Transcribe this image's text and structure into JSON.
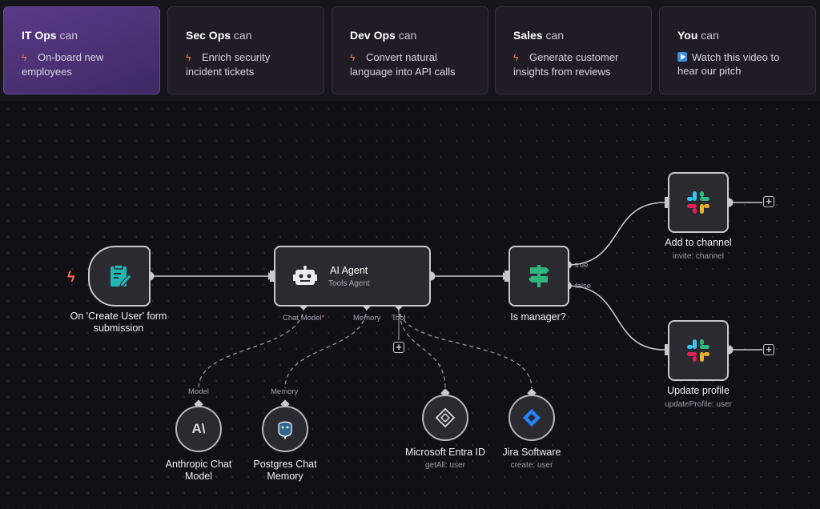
{
  "tabs": [
    {
      "title": "IT Ops",
      "suffix": "can",
      "desc": "On-board new employees",
      "icon": "bolt-icon"
    },
    {
      "title": "Sec Ops",
      "suffix": "can",
      "desc": "Enrich security incident tickets",
      "icon": "bolt-icon"
    },
    {
      "title": "Dev Ops",
      "suffix": "can",
      "desc": "Convert natural language into API calls",
      "icon": "bolt-icon"
    },
    {
      "title": "Sales",
      "suffix": "can",
      "desc": "Generate customer insights from reviews",
      "icon": "bolt-icon"
    },
    {
      "title": "You",
      "suffix": "can",
      "desc": "Watch this video to hear our pitch",
      "icon": "play-icon"
    }
  ],
  "nodes": {
    "trigger": {
      "label": "On 'Create User' form submission"
    },
    "agent": {
      "title": "AI Agent",
      "subtitle": "Tools Agent",
      "port_model": "Chat Model",
      "port_required": "*",
      "port_memory": "Memory",
      "port_tool": "Tool"
    },
    "switch": {
      "label": "Is manager?",
      "true_label": "true",
      "false_label": "false"
    },
    "slack1": {
      "label": "Add to channel",
      "sub": "invite: channel"
    },
    "slack2": {
      "label": "Update profile",
      "sub": "updateProfile: user"
    },
    "anthropic": {
      "label": "Anthropic Chat Model",
      "port": "Model",
      "glyph": "A\\"
    },
    "postgres": {
      "label": "Postgres Chat Memory",
      "port": "Memory"
    },
    "entra": {
      "label": "Microsoft Entra ID",
      "sub": "getAll: user"
    },
    "jira": {
      "label": "Jira Software",
      "sub": "create: user"
    }
  },
  "colors": {
    "accent": "#ff6d5a",
    "slack_green": "#2eb67d",
    "slack_red": "#e01e5a",
    "slack_yellow": "#ecb22e",
    "slack_blue": "#36c5f0"
  }
}
